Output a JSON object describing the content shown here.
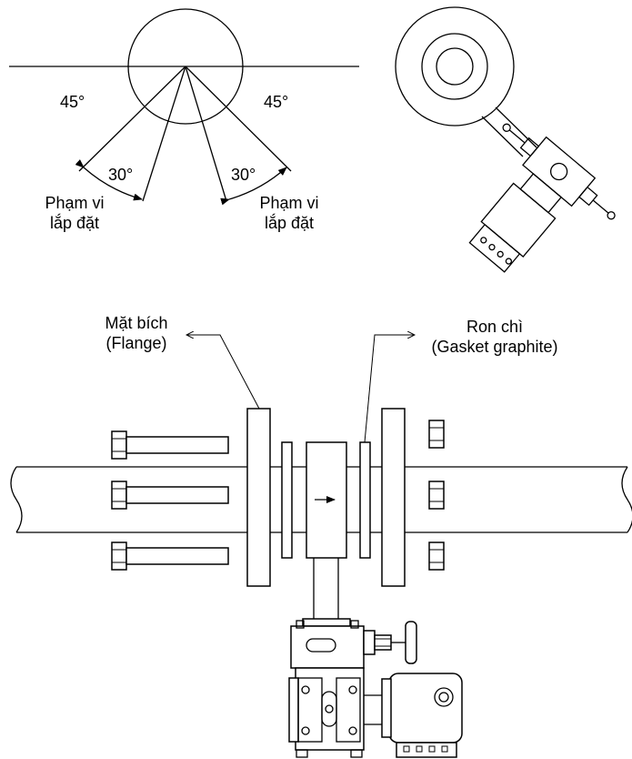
{
  "angles": {
    "left_45": "45°",
    "right_45": "45°",
    "left_30": "30°",
    "right_30": "30°"
  },
  "range_label": {
    "line1": "Phạm vi",
    "line2": "lắp đặt"
  },
  "callouts": {
    "flange_line1": "Mặt bích",
    "flange_line2": "(Flange)",
    "gasket_line1": "Ron chì",
    "gasket_line2": "(Gasket graphite)"
  },
  "icons": [
    "angle-arc-icon",
    "flow-arrow-icon",
    "hex-bolt-icon",
    "valve-handwheel-icon",
    "transmitter-housing-icon"
  ]
}
